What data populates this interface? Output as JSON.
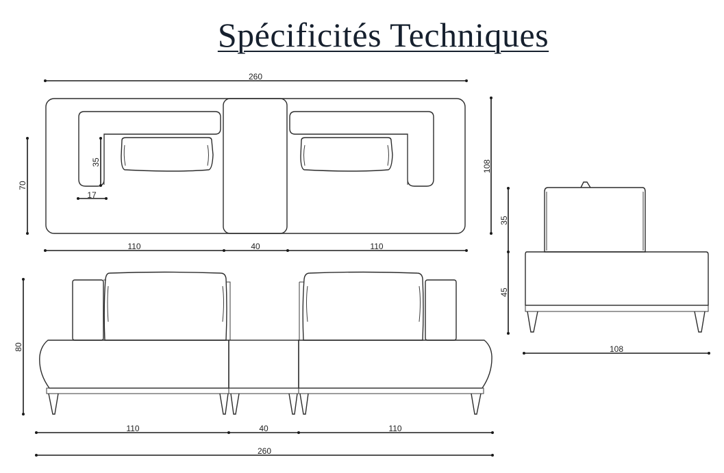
{
  "title": "Spécificités Techniques",
  "top_view": {
    "width_total": "260",
    "depth_total": "108",
    "seat_depth": "70",
    "arm_depth": "35",
    "arm_width": "17",
    "seg_left": "110",
    "seg_middle": "40",
    "seg_right": "110"
  },
  "front_view": {
    "height_total": "80",
    "seg_left": "110",
    "seg_middle": "40",
    "seg_right": "110",
    "width_total": "260"
  },
  "side_view": {
    "back_height": "35",
    "seat_height": "45",
    "depth": "108"
  }
}
